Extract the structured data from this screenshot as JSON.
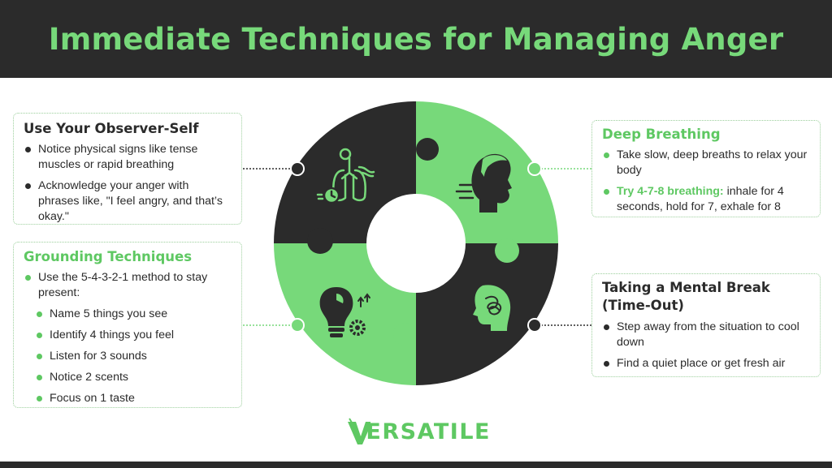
{
  "title": "Immediate Techniques for Managing Anger",
  "colors": {
    "accent": "#77d97a",
    "dark": "#2b2b2b",
    "green_text": "#5ec862"
  },
  "observer": {
    "heading": "Use Your Observer-Self",
    "items": [
      "Notice physical signs like tense muscles or rapid breathing",
      "Acknowledge your anger with phrases like, \"I feel angry, and that’s okay.\""
    ]
  },
  "grounding": {
    "heading": "Grounding Techniques",
    "intro": "Use the 5-4-3-2-1 method to stay present:",
    "steps": [
      "Name 5 things you see",
      "Identify 4 things you feel",
      "Listen for 3 sounds",
      "Notice 2 scents",
      "Focus on 1 taste"
    ]
  },
  "breathing": {
    "heading": "Deep Breathing",
    "item1": "Take slow, deep breaths to relax your body",
    "item2_highlight": "Try 4-7-8 breathing:",
    "item2_rest": " inhale for 4 seconds, hold for 7, exhale for 8"
  },
  "mental_break": {
    "heading": "Taking a Mental Break (Time-Out)",
    "items": [
      "Step away from the situation to cool down",
      "Find a quiet place or get fresh air"
    ]
  },
  "icons": [
    "lungs-stopwatch-icon",
    "exhale-face-icon",
    "lightbulb-gear-icon",
    "head-scribble-icon"
  ],
  "logo": {
    "text": "ERSATILE",
    "mark": "V"
  }
}
